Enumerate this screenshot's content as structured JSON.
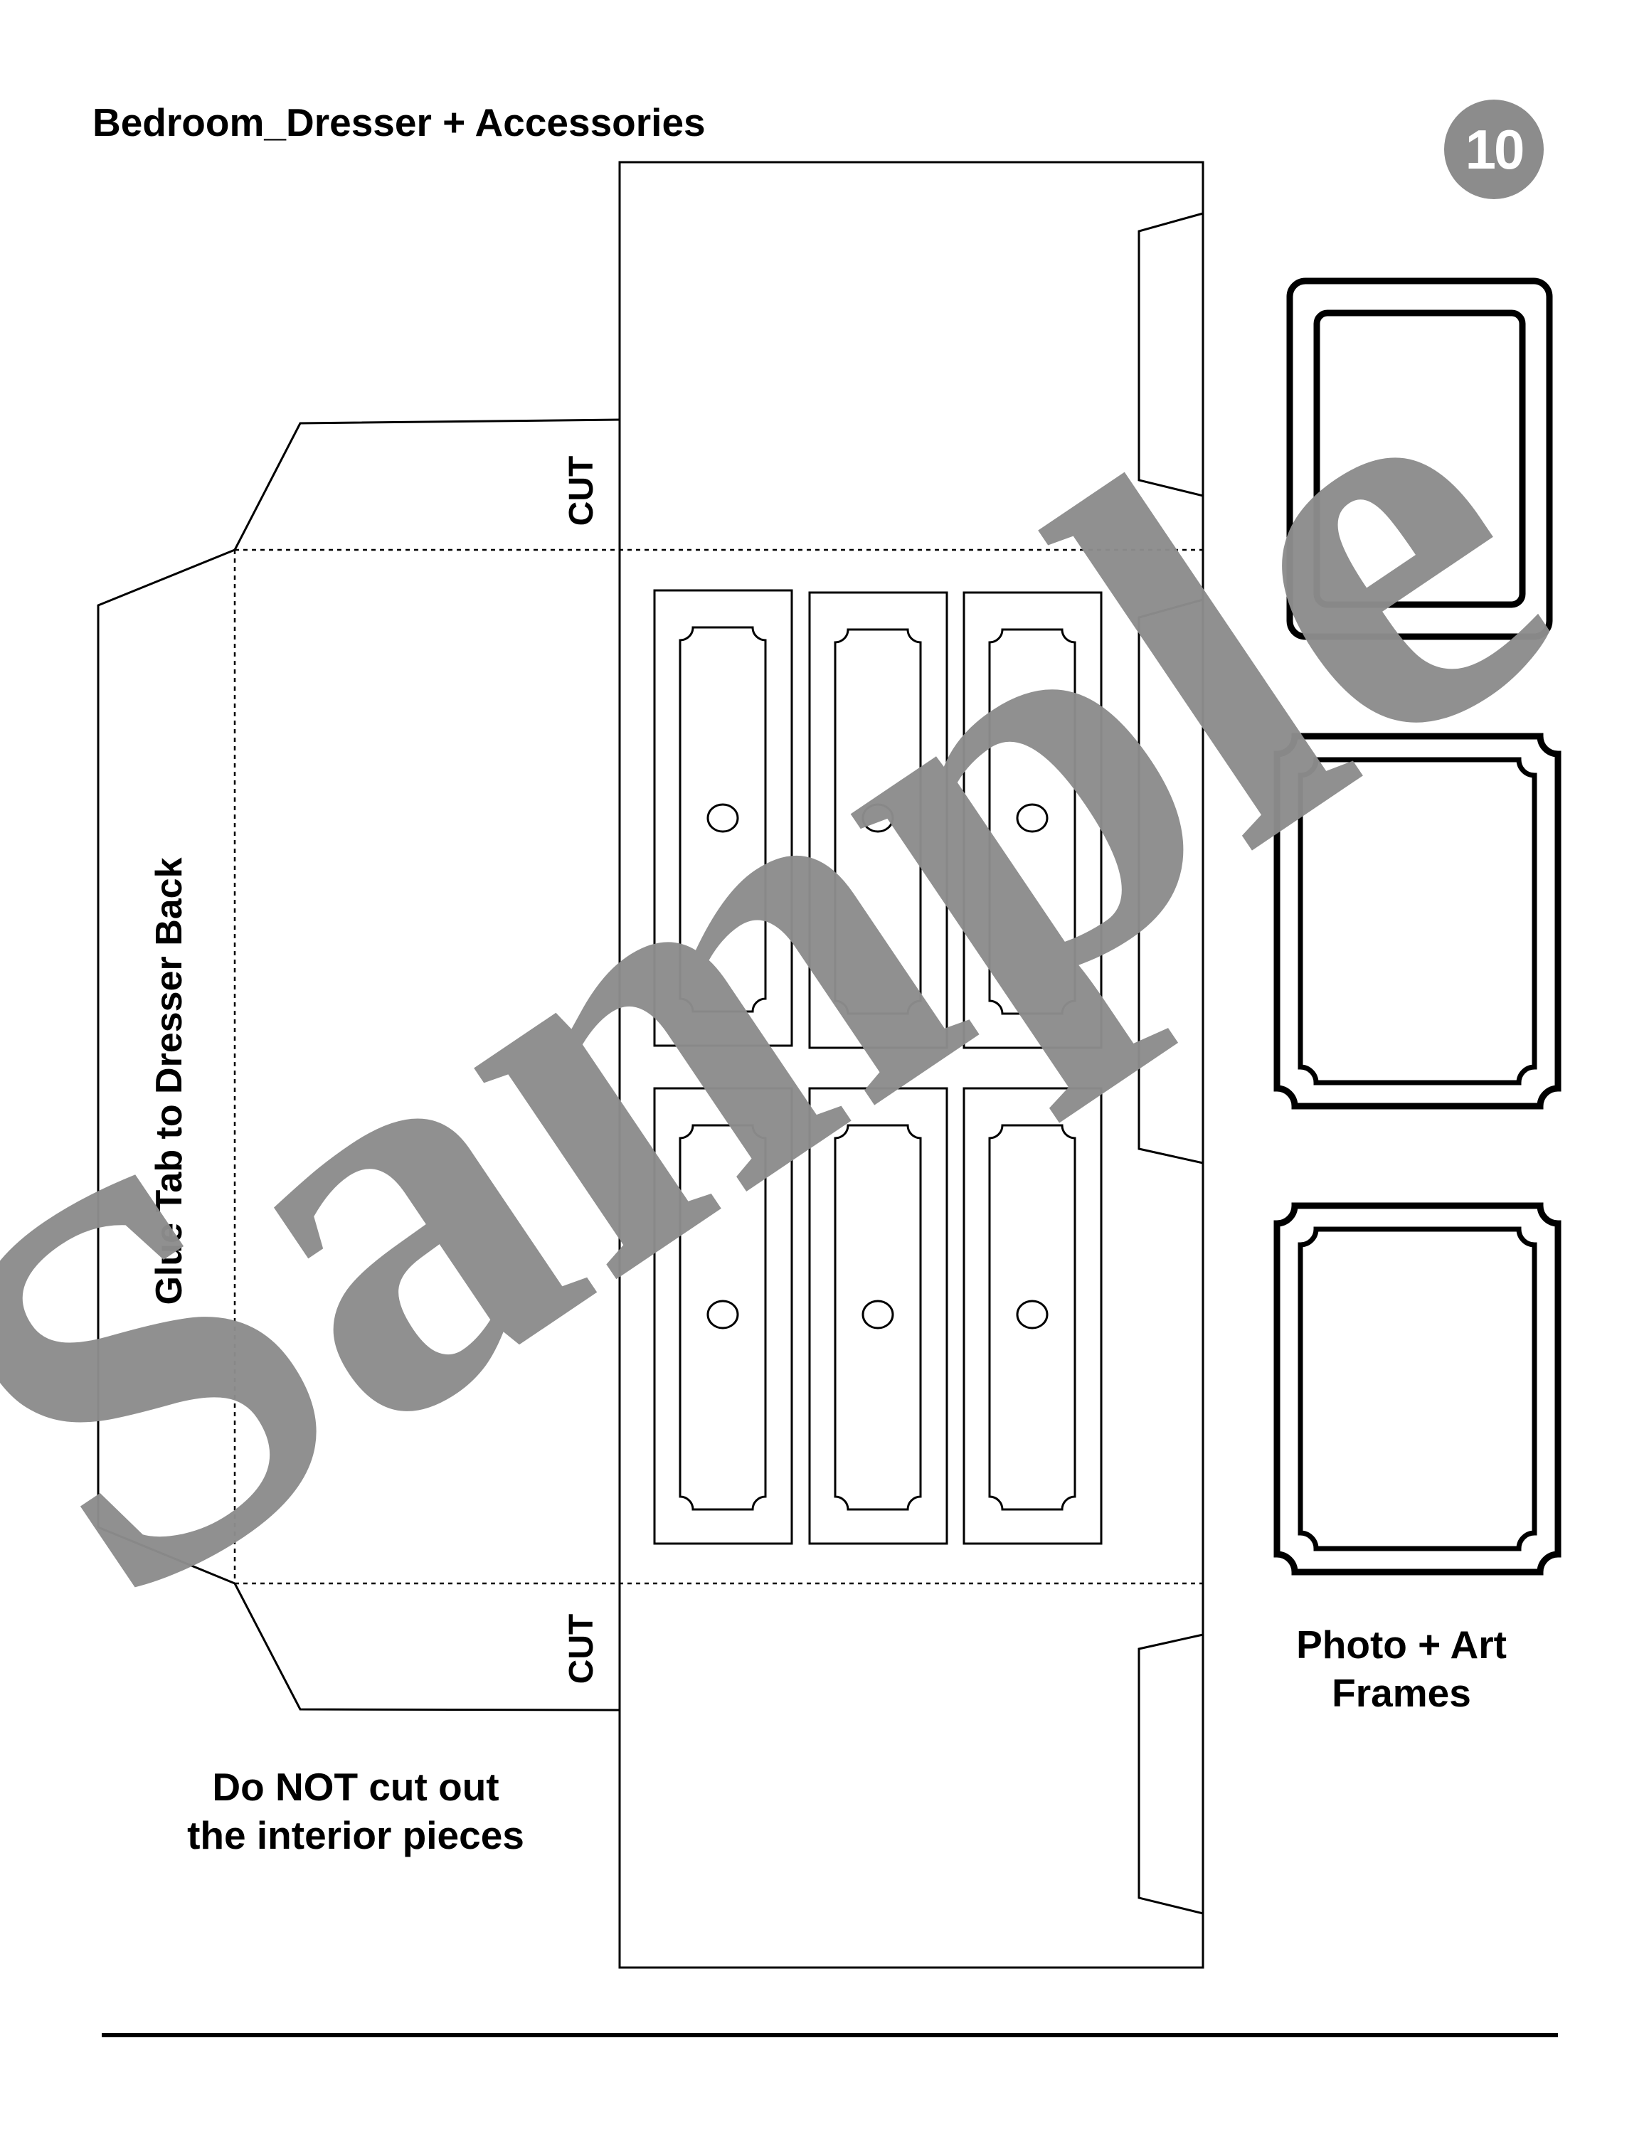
{
  "page": {
    "title": "Bedroom_Dresser + Accessories",
    "page_number": "10",
    "watermark": "Sample"
  },
  "template": {
    "cut_label_top": "CUT",
    "cut_label_bottom": "CUT",
    "glue_tab_label": "Glue Tab to Dresser Back",
    "drawer_count": 6,
    "drawer_rows": 2,
    "drawer_columns": 3
  },
  "frames_section": {
    "label_line1": "Photo + Art",
    "label_line2": "Frames",
    "frame_count": 3
  },
  "instructions": {
    "line1": "Do NOT cut out",
    "line2": "the interior pieces"
  },
  "colors": {
    "ink": "#000000",
    "watermark": "#8c8c8c",
    "badge": "#8c8c8c"
  }
}
